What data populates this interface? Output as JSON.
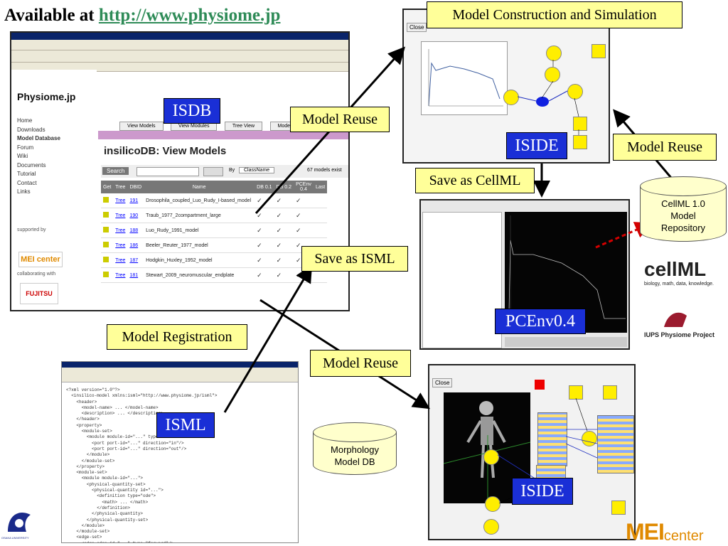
{
  "header": {
    "prefix": "Available at ",
    "link": "http://www.physiome.jp"
  },
  "labels": {
    "model_construction": "Model Construction and Simulation",
    "isdb": "ISDB",
    "model_reuse_1": "Model Reuse",
    "iside_1": "ISIDE",
    "model_reuse_2": "Model Reuse",
    "save_cellml": "Save as CellML",
    "save_isml": "Save as ISML",
    "pcenv": "PCEnv0.4",
    "model_registration": "Model Registration",
    "model_reuse_3": "Model Reuse",
    "isml": "ISML",
    "iside_2": "ISIDE"
  },
  "repositories": {
    "cellml_repo": [
      "CellML 1.0",
      "Model",
      "Repository"
    ],
    "morphology_db": [
      "Morphology",
      "Model DB"
    ]
  },
  "browser": {
    "site_logo": "Physiome.jp",
    "nav": [
      "Home",
      "Downloads",
      "Model Database",
      "Forum",
      "Wiki",
      "Documents",
      "Tutorial",
      "Contact",
      "Links"
    ],
    "selected_nav": "Model Database",
    "tabs": [
      "View Models",
      "View Modules",
      "Tree View",
      "Model Registration"
    ],
    "db_title": "insilicoDB: View Models",
    "search_button": "Search",
    "search_by": "By",
    "search_field": "ClassName",
    "model_count": "67 models exist",
    "columns": [
      "Get",
      "Tree",
      "DBID",
      "Name",
      "DB 0.1",
      "DB 0.2",
      "PCEnv 0.4",
      "Last"
    ],
    "rows": [
      {
        "tree": "Tree",
        "id": "191",
        "name": "Drosophila_coupled_Luo_Rudy_I-based_model"
      },
      {
        "tree": "Tree",
        "id": "190",
        "name": "Traub_1977_2compartment_large"
      },
      {
        "tree": "Tree",
        "id": "188",
        "name": "Luo_Rudy_1991_model"
      },
      {
        "tree": "Tree",
        "id": "186",
        "name": "Beeler_Reuter_1977_model"
      },
      {
        "tree": "Tree",
        "id": "187",
        "name": "Hodgkin_Huxley_1952_model"
      },
      {
        "tree": "Tree",
        "id": "181",
        "name": "Stewart_2009_neuromuscular_endplate"
      }
    ],
    "tick": "✓",
    "supported_by": "supported by",
    "collaborating_with": "collaborating with",
    "sponsor_1": "MEI center",
    "sponsor_2": "FUJITSU"
  },
  "logos": {
    "cellml": "cellML",
    "cellml_tagline": "biology, math, data, knowledge.",
    "iups": "IUPS Physiome Project",
    "mei": "MEI",
    "mei_sub": "center",
    "osaka": "OSAKA UNIVERSITY"
  },
  "window_button": "Close",
  "colors": {
    "label_blue": "#1a2fd6",
    "label_yellow": "#ffff99",
    "link_green": "#2e8b57",
    "mei_orange": "#e08a00",
    "arrow_red": "#d40000"
  }
}
